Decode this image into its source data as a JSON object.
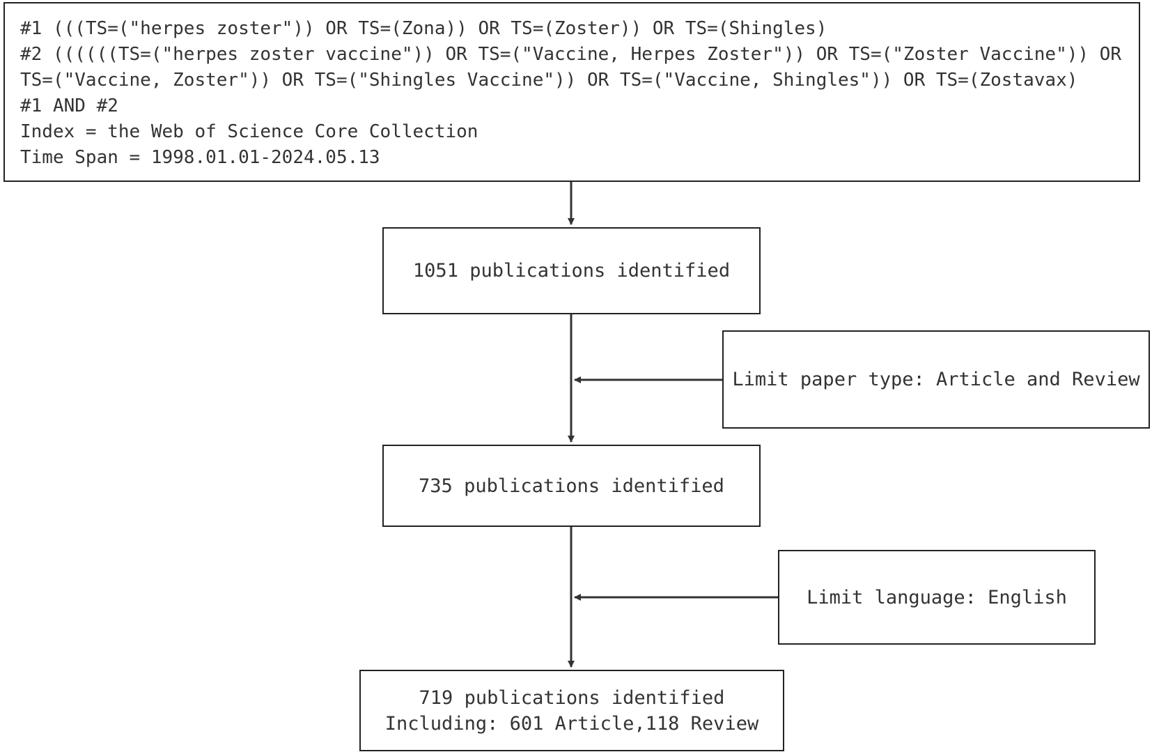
{
  "query": {
    "line1": "#1 (((TS=(\"herpes zoster\")) OR TS=(Zona)) OR TS=(Zoster)) OR TS=(Shingles)",
    "line2": "#2 ((((((TS=(\"herpes zoster vaccine\")) OR TS=(\"Vaccine, Herpes Zoster\")) OR TS=(\"Zoster Vaccine\"))   OR TS=(\"Vaccine, Zoster\")) OR TS=(\"Shingles Vaccine\")) OR TS=(\"Vaccine, Shingles\")) OR TS=(Zostavax)",
    "line3": "#1 AND #2",
    "line4": "Index = the Web of Science Core Collection",
    "line5": "Time Span = 1998.01.01-2024.05.13"
  },
  "steps": {
    "identified": "1051 publications identified",
    "limit_type": "Limit paper type: Article and Review",
    "after_type": "735 publications identified",
    "limit_language": "Limit language: English",
    "final_count": "719 publications identified",
    "final_breakdown": "Including: 601 Article,118 Review"
  }
}
